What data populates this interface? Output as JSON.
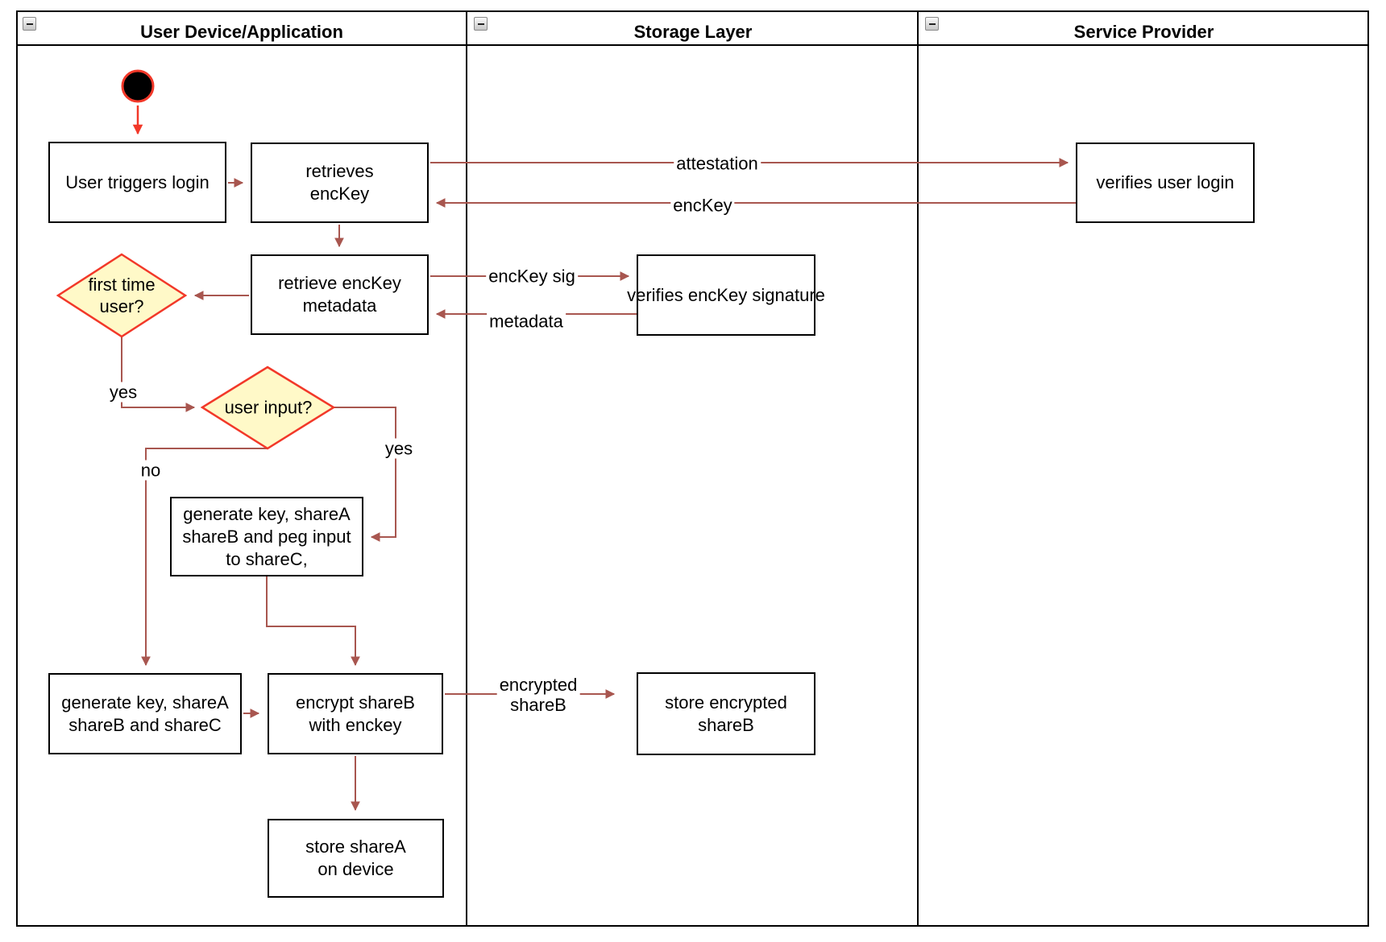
{
  "colors": {
    "edge_color": "#A8564F",
    "accent_red": "#F23829",
    "diamond_fill": "#FFF9C8",
    "diamond_border": "#F23829",
    "shape_border": "#000000"
  },
  "lanes": [
    {
      "title": "User Device/Application"
    },
    {
      "title": "Storage Layer"
    },
    {
      "title": "Service Provider"
    }
  ],
  "nodes": {
    "user_triggers_login": "User triggers login",
    "retrieves_enckey": "retrieves\nencKey",
    "retrieve_enckey_metadata": "retrieve encKey\nmetadata",
    "verifies_user_login": "verifies user login",
    "verifies_enckey_signature": "verifies encKey signature",
    "generate_key_peg_input": "generate key, shareA\nshareB and peg input\nto shareC,",
    "generate_key_sharec": "generate key, shareA\nshareB and shareC",
    "encrypt_shareb": "encrypt shareB\nwith enckey",
    "store_encrypted_shareb": "store encrypted\nshareB",
    "store_sharea_device": "store shareA\non device"
  },
  "decisions": {
    "first_time_user": "first time\nuser?",
    "user_input": "user input?"
  },
  "edge_labels": {
    "attestation": "attestation",
    "enckey": "encKey",
    "enckey_sig": "encKey sig",
    "metadata": "metadata",
    "yes_first_time": "yes",
    "no_user_input": "no",
    "yes_user_input": "yes",
    "encrypted_shareb": "encrypted\nshareB"
  }
}
